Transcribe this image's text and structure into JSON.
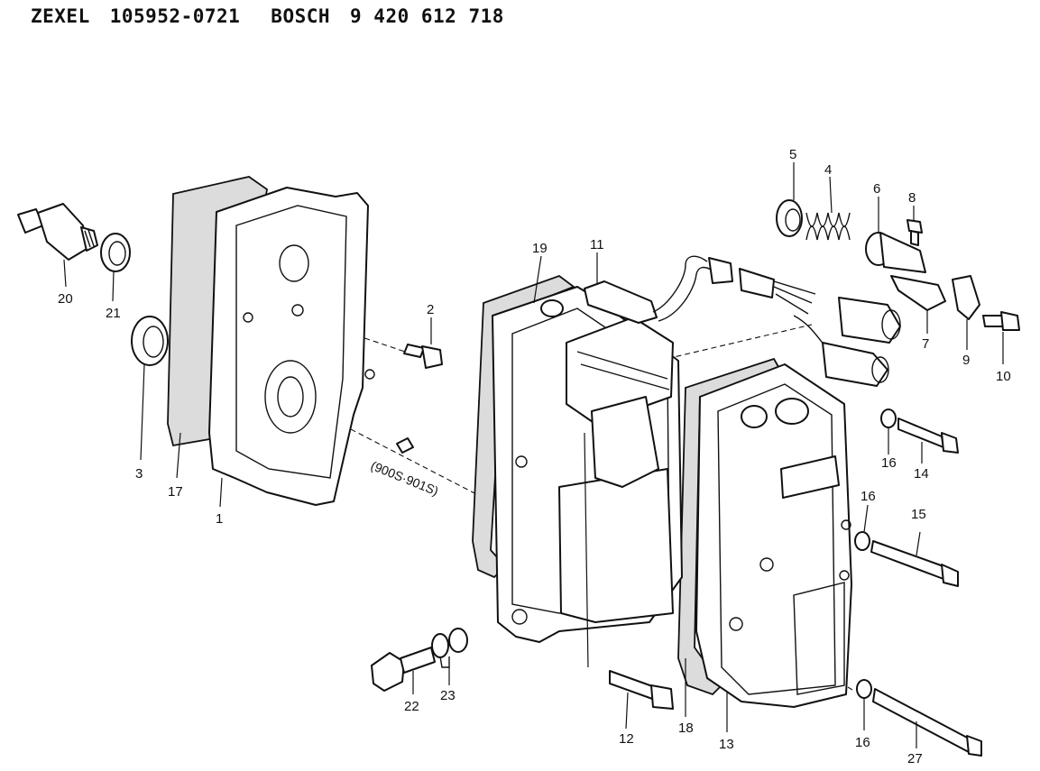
{
  "header": {
    "brand1": "ZEXEL",
    "part1": "105952-0721",
    "brand2": "BOSCH",
    "part2": "9 420 612 718"
  },
  "note": "(900S·901S)",
  "callouts": {
    "c1": "1",
    "c2": "2",
    "c3": "3",
    "c4": "4",
    "c5": "5",
    "c6": "6",
    "c7": "7",
    "c8": "8",
    "c9": "9",
    "c10": "10",
    "c11": "11",
    "c12": "12",
    "c13": "13",
    "c14": "14",
    "c15": "15",
    "c16a": "16",
    "c16b": "16",
    "c16c": "16",
    "c17": "17",
    "c18": "18",
    "c19": "19",
    "c20": "20",
    "c21": "21",
    "c22": "22",
    "c23": "23",
    "c27": "27"
  }
}
